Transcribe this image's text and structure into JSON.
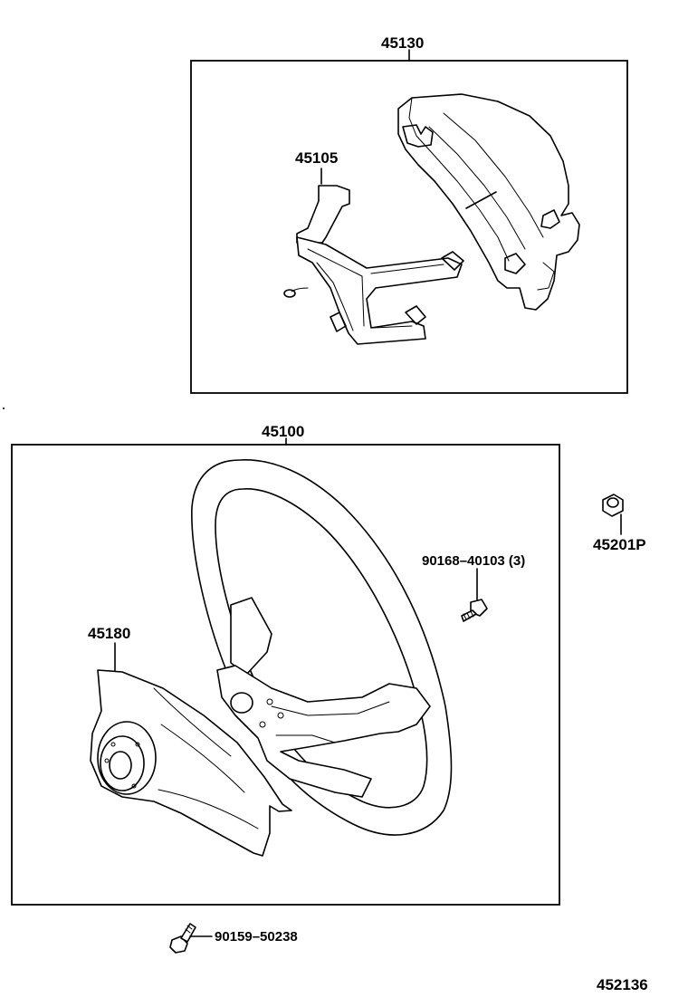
{
  "diagram": {
    "parts": [
      {
        "id": "45130"
      },
      {
        "id": "45105"
      },
      {
        "id": "45100"
      },
      {
        "id": "45201P"
      },
      {
        "id": "90168-40103 (3)"
      },
      {
        "id": "45180"
      },
      {
        "id": "90159-50238"
      }
    ],
    "figure_code": "452136"
  },
  "labels": {
    "p45130": "45130",
    "p45105": "45105",
    "p45100": "45100",
    "p45201p": "45201P",
    "p90168": "90168–40103 (3)",
    "p45180": "45180",
    "p90159": "90159–50238",
    "figure_code": "452136"
  }
}
